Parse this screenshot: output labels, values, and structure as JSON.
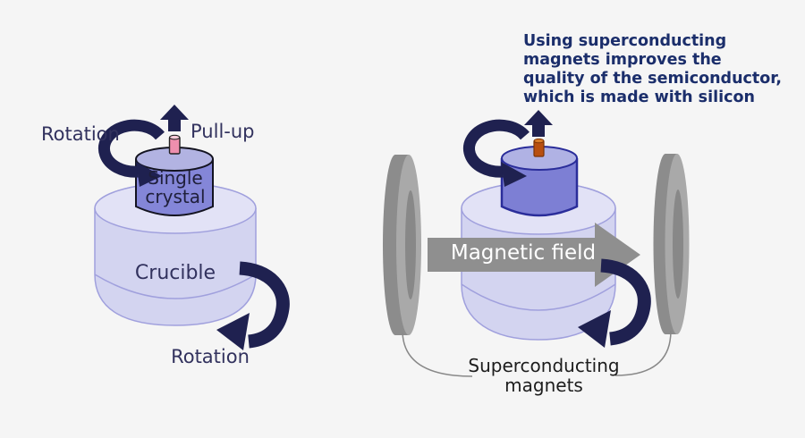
{
  "colors": {
    "background": "#f5f5f5",
    "navy": "#1f2150",
    "title_text": "#1b2e6b",
    "label_text": "#32325e",
    "crucible_body": "#d3d4f0",
    "crucible_top": "#e2e2f6",
    "crucible_border": "#a0a0dd",
    "crystal_body_left": "#8486d8",
    "crystal_top_left": "#b2b3e2",
    "crystal_outline_left": "#131320",
    "crystal_body_right": "#7d7fd4",
    "crystal_top_right": "#b0b2e4",
    "crystal_outline_right": "#2a2d9a",
    "rod_pink": "#ee8fae",
    "rod_pink_top": "#f6c9d8",
    "rod_orange": "#b84f10",
    "rod_orange_top": "#d97b28",
    "magnet_rim": "#8c8c8c",
    "magnet_face": "#a9a9a9",
    "magnet_hole": "#888888",
    "field_arrow": "#8f8f8f",
    "field_text": "#ffffff",
    "wire": "#888888"
  },
  "left_diagram": {
    "rotation_top_label": "Rotation",
    "pull_up_label": "Pull-up",
    "single_crystal_label": "Single crystal",
    "crucible_label": "Crucible",
    "rotation_bottom_label": "Rotation"
  },
  "right_diagram": {
    "title_lines": [
      "Using superconducting",
      "magnets improves the",
      "quality of the semiconductor,",
      "which is made with silicon"
    ],
    "magnetic_field_label": "Magnetic field",
    "magnets_label": "Superconducting magnets"
  }
}
